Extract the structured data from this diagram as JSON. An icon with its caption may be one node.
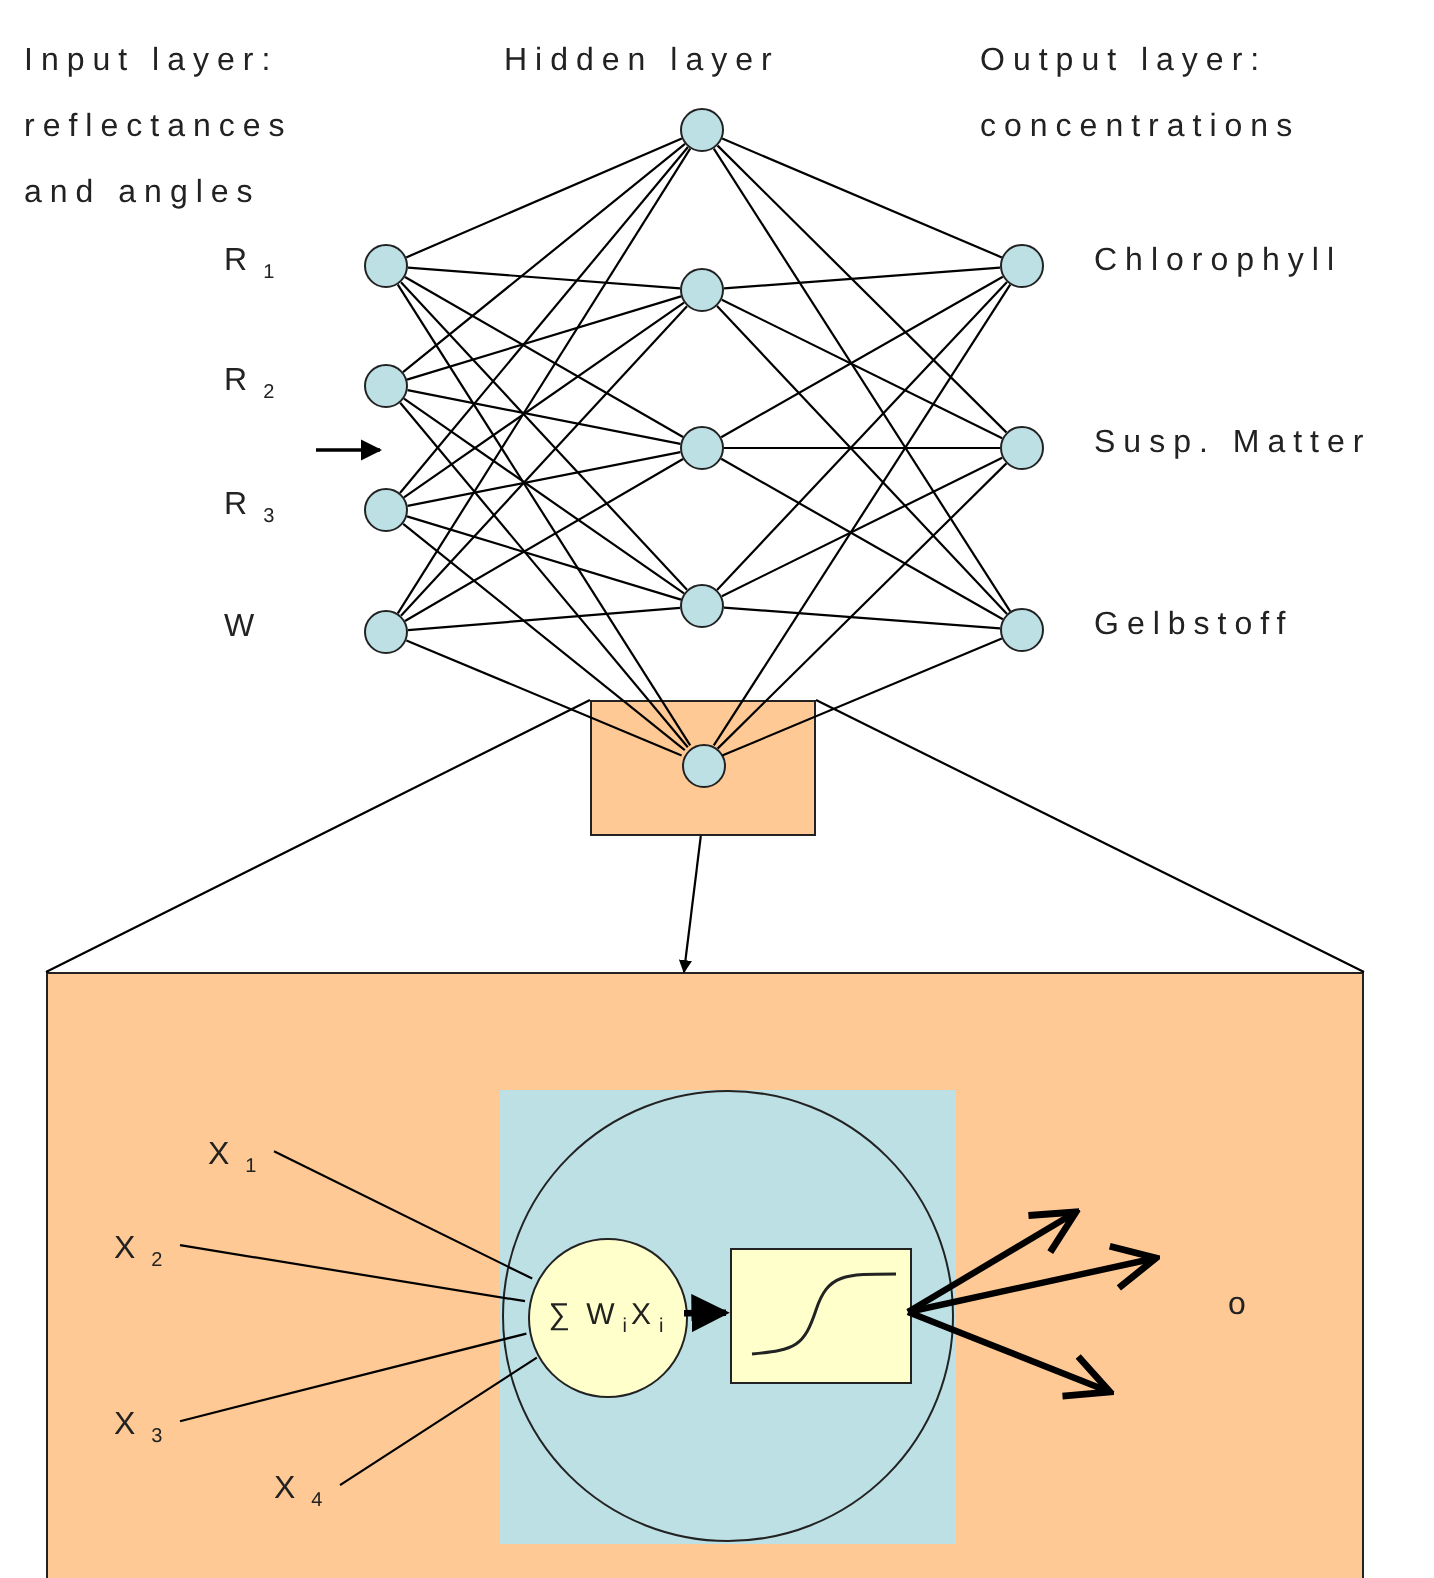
{
  "diagram": {
    "nodes": [
      {
        "text": [],
        "shape": "circle",
        "beside": [
          "R$_{1}$"
        ]
      },
      {
        "text": [],
        "shape": "circle",
        "beside": [
          "R$_{2}$"
        ]
      },
      {
        "text": [],
        "shape": "circle",
        "beside": [
          "R$_{3}$"
        ]
      },
      {
        "text": [],
        "shape": "circle",
        "beside": [
          "W"
        ]
      },
      {
        "text": [],
        "shape": "box"
      },
      {
        "text": [],
        "shape": "circle"
      },
      {
        "text": [],
        "shape": "circle"
      },
      {
        "text": [],
        "shape": "circle"
      },
      {
        "text": [],
        "shape": "circle"
      },
      {
        "text": [],
        "shape": "circle",
        "in": 4
      },
      {
        "text": [],
        "shape": "circle",
        "beside": [
          "Chlorophyll"
        ]
      },
      {
        "text": [],
        "shape": "circle",
        "beside": [
          "Susp. Matter"
        ]
      },
      {
        "text": [],
        "shape": "circle",
        "beside": [
          "Gelbstoff"
        ]
      },
      {
        "text": [],
        "shape": "box"
      },
      {
        "text": [],
        "shape": "box",
        "in": 13
      },
      {
        "text": [],
        "shape": "circle",
        "in": 14
      },
      {
        "text": [
          "∑ W$_{i}$X$_{i}$"
        ],
        "in": 15
      },
      {
        "text": [],
        "shape": "picture",
        "in": 15
      },
      {
        "text": [
          "X$_{1}$"
        ],
        "in": 13
      },
      {
        "text": [
          "X$_{2}$"
        ],
        "in": 13
      },
      {
        "text": [
          "X$_{3}$"
        ],
        "in": 13
      },
      {
        "text": [
          "X$_{4}$"
        ],
        "in": 13
      }
    ],
    "edges": [
      {
        "from": 0,
        "to": 5,
        "arrow": "none"
      },
      {
        "from": 0,
        "to": 6,
        "arrow": "none"
      },
      {
        "from": 0,
        "to": 7,
        "arrow": "none"
      },
      {
        "from": 0,
        "to": 8,
        "arrow": "none"
      },
      {
        "from": 0,
        "to": 9,
        "arrow": "none"
      },
      {
        "from": 1,
        "to": 5,
        "arrow": "none"
      },
      {
        "from": 1,
        "to": 6,
        "arrow": "none"
      },
      {
        "from": 1,
        "to": 7,
        "arrow": "none"
      },
      {
        "from": 1,
        "to": 8,
        "arrow": "none"
      },
      {
        "from": 1,
        "to": 9,
        "arrow": "none"
      },
      {
        "from": 2,
        "to": 5,
        "arrow": "none"
      },
      {
        "from": 2,
        "to": 6,
        "arrow": "none"
      },
      {
        "from": 2,
        "to": 7,
        "arrow": "none"
      },
      {
        "from": 2,
        "to": 8,
        "arrow": "none"
      },
      {
        "from": 2,
        "to": 9,
        "arrow": "none"
      },
      {
        "from": 3,
        "to": 5,
        "arrow": "none"
      },
      {
        "from": 3,
        "to": 6,
        "arrow": "none"
      },
      {
        "from": 3,
        "to": 7,
        "arrow": "none"
      },
      {
        "from": 3,
        "to": 8,
        "arrow": "none"
      },
      {
        "from": 3,
        "to": 9,
        "arrow": "none"
      },
      {
        "from": 5,
        "to": 10,
        "arrow": "none"
      },
      {
        "from": 5,
        "to": 11,
        "arrow": "none"
      },
      {
        "from": 5,
        "to": 12,
        "arrow": "none"
      },
      {
        "from": 6,
        "to": 10,
        "arrow": "none"
      },
      {
        "from": 6,
        "to": 11,
        "arrow": "none"
      },
      {
        "from": 6,
        "to": 12,
        "arrow": "none"
      },
      {
        "from": 7,
        "to": 10,
        "arrow": "none"
      },
      {
        "from": 7,
        "to": 11,
        "arrow": "none"
      },
      {
        "from": 7,
        "to": 12,
        "arrow": "none"
      },
      {
        "from": 8,
        "to": 10,
        "arrow": "none"
      },
      {
        "from": 8,
        "to": 11,
        "arrow": "none"
      },
      {
        "from": 8,
        "to": 12,
        "arrow": "none"
      },
      {
        "from": 9,
        "to": 10,
        "arrow": "none"
      },
      {
        "from": 9,
        "to": 11,
        "arrow": "none"
      },
      {
        "from": 9,
        "to": 12,
        "arrow": "none"
      },
      {
        "from": 4,
        "to": 13,
        "arrow": "none"
      },
      {
        "from": 4,
        "to": 13,
        "arrow": "none"
      },
      {
        "from": 4,
        "to": 13,
        "arrow": "to"
      },
      {
        "from": 18,
        "to": 16,
        "arrow": "none"
      },
      {
        "from": 19,
        "to": 16,
        "arrow": "none"
      },
      {
        "from": 20,
        "to": 16,
        "arrow": "none"
      },
      {
        "from": 21,
        "to": 16,
        "arrow": "none"
      },
      {
        "from": 16,
        "to": 17,
        "arrow": "to",
        "style": "thick"
      },
      {
        "from": 17,
        "to": null,
        "arrow": "to",
        "style": "thick"
      },
      {
        "from": 17,
        "to": null,
        "arrow": "to",
        "style": "thick"
      },
      {
        "from": 17,
        "to": null,
        "arrow": "to",
        "style": "thick"
      }
    ],
    "labels": [
      "Input layer: reflectances and angles",
      "Hidden layer",
      "Output layer: concentrations",
      "o"
    ]
  }
}
